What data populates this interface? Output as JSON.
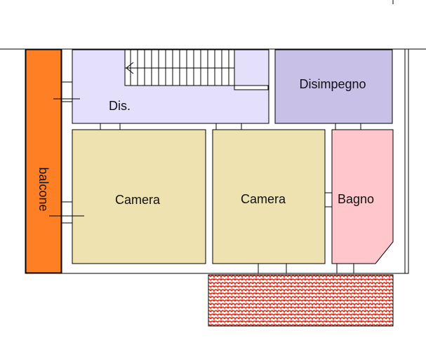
{
  "rooms": {
    "balcone": {
      "label": "balcone",
      "color": "#ff7f24"
    },
    "dis": {
      "label": "Dis.",
      "color": "#e4e0fb"
    },
    "disimpegno": {
      "label": "Disimpegno",
      "color": "#c9c0e8"
    },
    "camera_1": {
      "label": "Camera",
      "color": "#ede2b0"
    },
    "camera_2": {
      "label": "Camera",
      "color": "#ede2b0"
    },
    "bagno": {
      "label": "Bagno",
      "color": "#ffc6cb"
    }
  },
  "colors": {
    "wall": "#ffffff",
    "outline": "#000000",
    "roof_tiles": "#e2250f",
    "roof_tile_base": "#ffffff"
  }
}
